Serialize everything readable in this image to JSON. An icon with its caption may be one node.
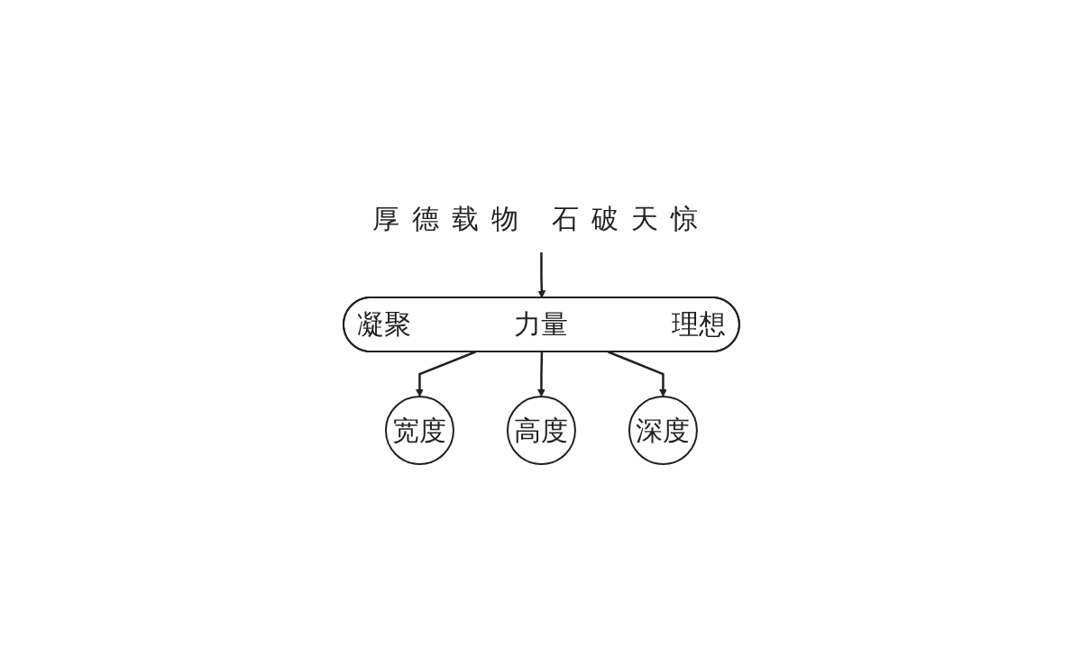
{
  "diagram": {
    "nodes": [
      {
        "text": [
          "厚德载物 石破天惊"
        ]
      },
      {
        "text": [
          "凝聚",
          "力量",
          "理想"
        ]
      },
      {
        "text": [
          "宽度"
        ]
      },
      {
        "text": [
          "高度"
        ]
      },
      {
        "text": [
          "深度"
        ]
      }
    ],
    "edges": [
      {
        "from": 0,
        "to": 1,
        "arrow": "to"
      },
      {
        "from": 1,
        "to": 2,
        "arrow": "to"
      },
      {
        "from": 1,
        "to": 3,
        "arrow": "to"
      },
      {
        "from": 1,
        "to": 4,
        "arrow": "to"
      }
    ]
  }
}
